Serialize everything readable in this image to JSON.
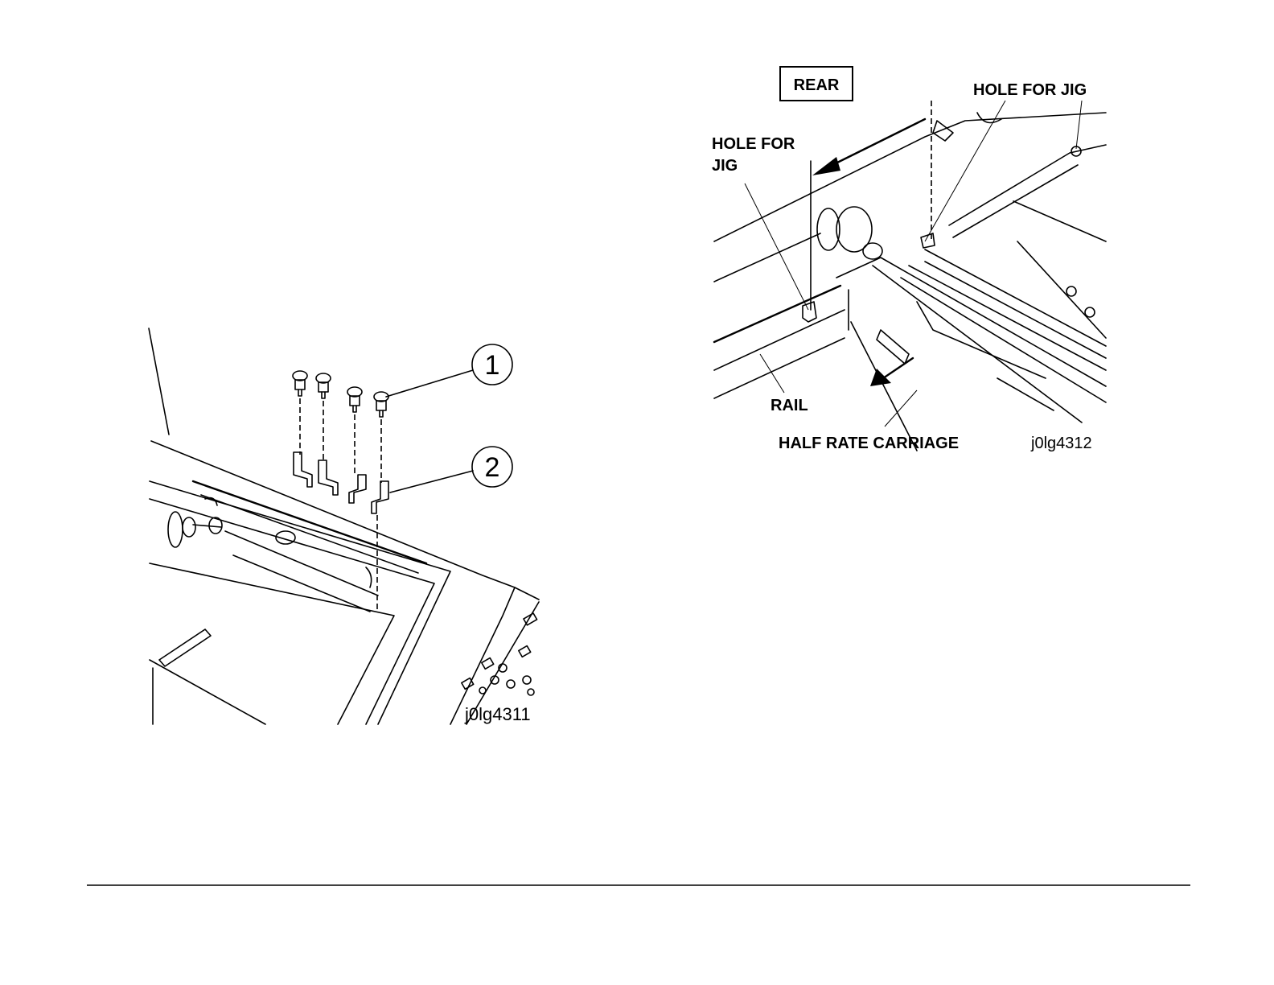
{
  "figure_left": {
    "callouts": [
      "1",
      "2"
    ],
    "figure_id": "j0lg4311"
  },
  "figure_right": {
    "rear_label": "REAR",
    "hole_for_jig_left": "HOLE FOR JIG",
    "hole_for_jig_left_line1": "HOLE FOR",
    "hole_for_jig_left_line2": "JIG",
    "hole_for_jig_right": "HOLE FOR JIG",
    "rail_label": "RAIL",
    "carriage_label": "HALF RATE CARRIAGE",
    "figure_id": "j0lg4312"
  }
}
